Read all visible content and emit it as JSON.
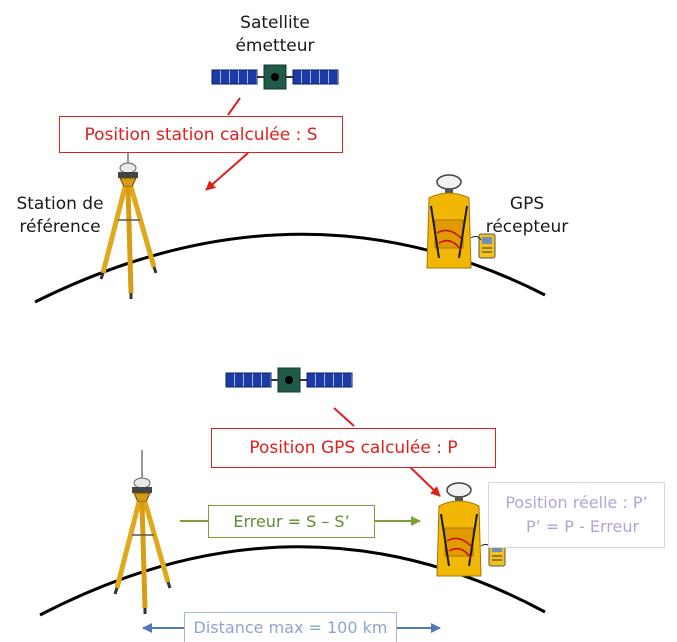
{
  "top": {
    "satellite_label_line1": "Satellite",
    "satellite_label_line2": "émetteur",
    "station_label_line1": "Station de",
    "station_label_line2": "référence",
    "gps_label_line1": "GPS",
    "gps_label_line2": "récepteur",
    "station_position_box": "Position station calculée : S"
  },
  "bottom": {
    "gps_position_box": "Position GPS calculée : P",
    "error_box": "Erreur = S – S’",
    "real_position_line1": "Position réelle : P’",
    "real_position_line2": "P’ = P - Erreur",
    "distance_box": "Distance max = 100 km"
  },
  "colors": {
    "red": "#e0201b",
    "green": "#5f8a2e",
    "lavender": "#b4a4d4",
    "blue": "#4f79b6",
    "panel": "#16329a",
    "tripod": "#e0a91c",
    "bag": "#f2b705"
  }
}
